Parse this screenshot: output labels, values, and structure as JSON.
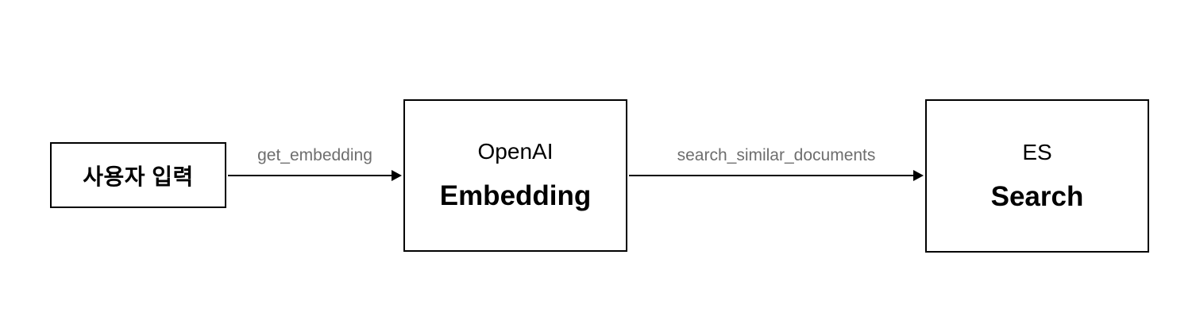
{
  "diagram": {
    "nodes": {
      "user_input": {
        "label": "사용자 입력"
      },
      "openai_embedding": {
        "line1": "OpenAI",
        "line2": "Embedding"
      },
      "es_search": {
        "line1": "ES",
        "line2": "Search"
      }
    },
    "edges": {
      "get_embedding": {
        "label": "get_embedding"
      },
      "search_similar_documents": {
        "label": "search_similar_documents"
      }
    },
    "colors": {
      "background": "#ffffff",
      "node_border": "#000000",
      "node_text": "#000000",
      "edge_label": "#6e6e6e",
      "arrow": "#000000"
    }
  }
}
